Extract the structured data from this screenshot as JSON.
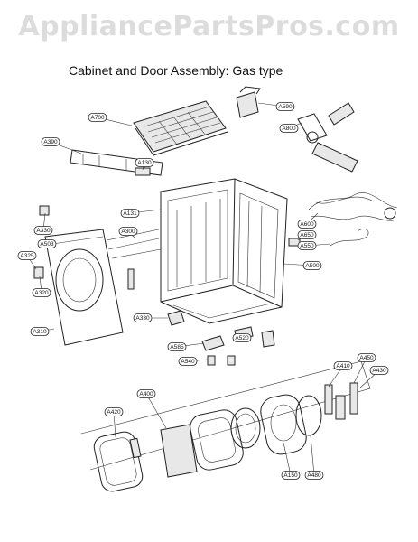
{
  "watermark": "AppliancePartsPros.com",
  "title": "Cabinet and Door Assembly: Gas type",
  "callouts": [
    "A700",
    "A590",
    "A800",
    "A390",
    "A130",
    "A131",
    "A600",
    "A330",
    "A300",
    "A503",
    "A650",
    "A325",
    "A550",
    "A320",
    "A500",
    "A330",
    "A310",
    "A585",
    "A520",
    "A540",
    "A400",
    "A410",
    "A450",
    "A430",
    "A420",
    "A150",
    "A480"
  ]
}
